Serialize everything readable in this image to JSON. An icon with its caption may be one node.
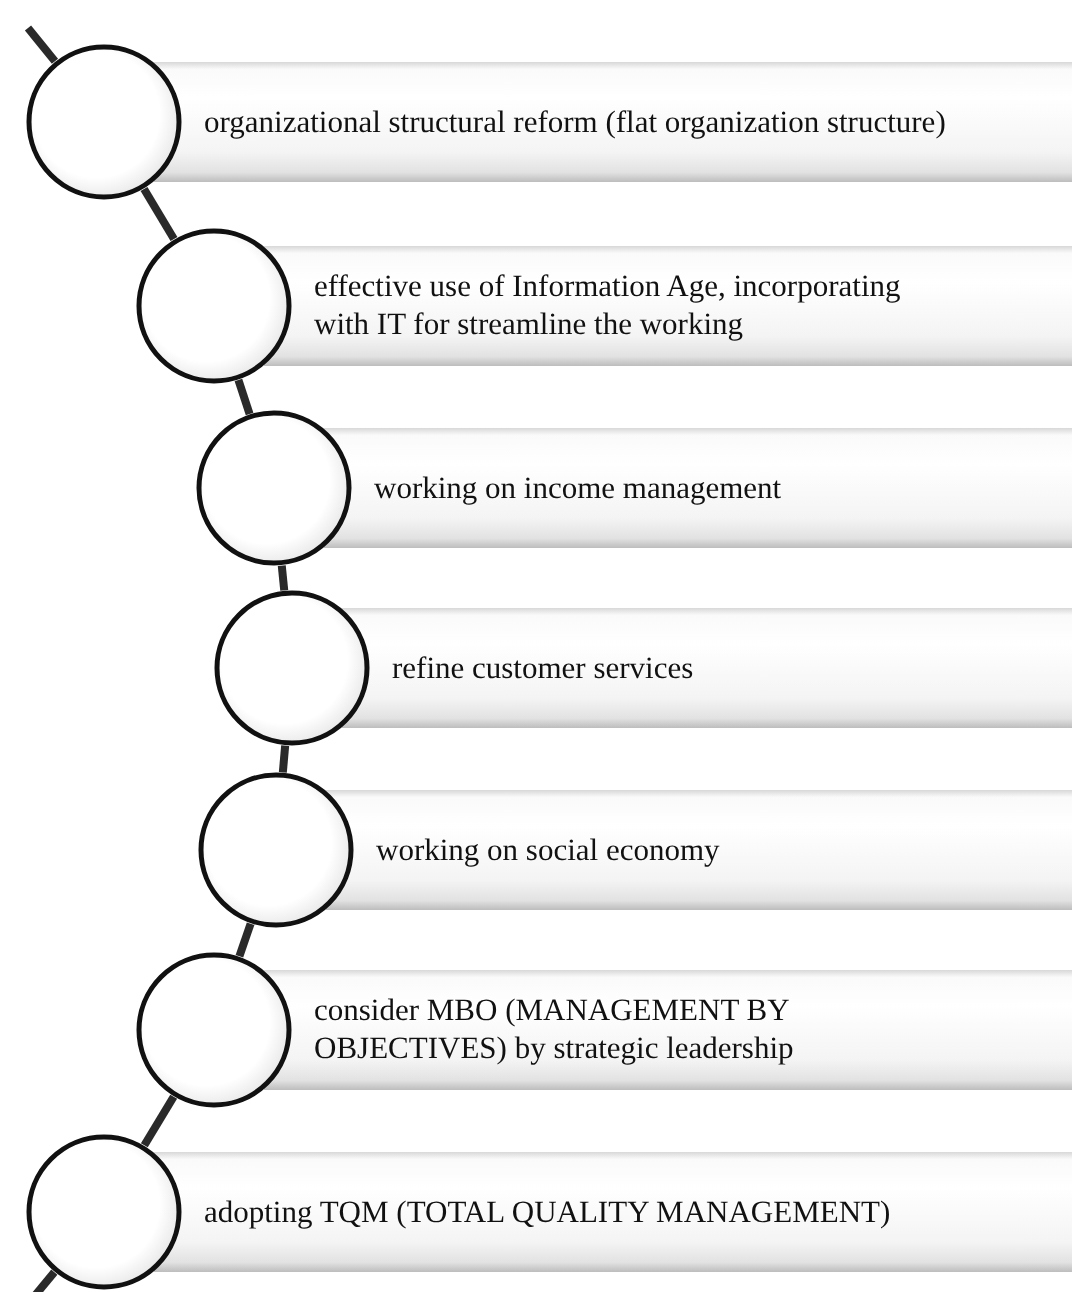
{
  "diagram": {
    "nodes": [
      {
        "text": [
          "organizational structural reform (flat organization structure)"
        ]
      },
      {
        "text": [
          "effective use of Information Age, incorporating with IT for streamline the working"
        ]
      },
      {
        "text": [
          "working on income management"
        ]
      },
      {
        "text": [
          "refine customer services"
        ]
      },
      {
        "text": [
          "working on social economy"
        ]
      },
      {
        "text": [
          "consider MBO (MANAGEMENT BY OBJECTIVES)  by strategic leadership"
        ]
      },
      {
        "text": [
          "adopting TQM (TOTAL QUALITY MANAGEMENT)"
        ]
      },
      {
        "text": [],
        "shape": "circle"
      },
      {
        "text": [],
        "shape": "circle"
      },
      {
        "text": [],
        "shape": "circle"
      },
      {
        "text": [],
        "shape": "circle"
      },
      {
        "text": [],
        "shape": "circle"
      },
      {
        "text": [],
        "shape": "circle"
      },
      {
        "text": [],
        "shape": "circle"
      }
    ],
    "edges": [
      {
        "from": null,
        "to": 7,
        "arrow": "none"
      },
      {
        "from": 7,
        "to": 8,
        "arrow": "none"
      },
      {
        "from": 8,
        "to": 9,
        "arrow": "none"
      },
      {
        "from": 9,
        "to": 10,
        "arrow": "none"
      },
      {
        "from": 10,
        "to": 11,
        "arrow": "none"
      },
      {
        "from": 11,
        "to": 12,
        "arrow": "none"
      },
      {
        "from": 12,
        "to": 13,
        "arrow": "none"
      },
      {
        "from": 13,
        "to": null,
        "arrow": "none"
      }
    ]
  }
}
